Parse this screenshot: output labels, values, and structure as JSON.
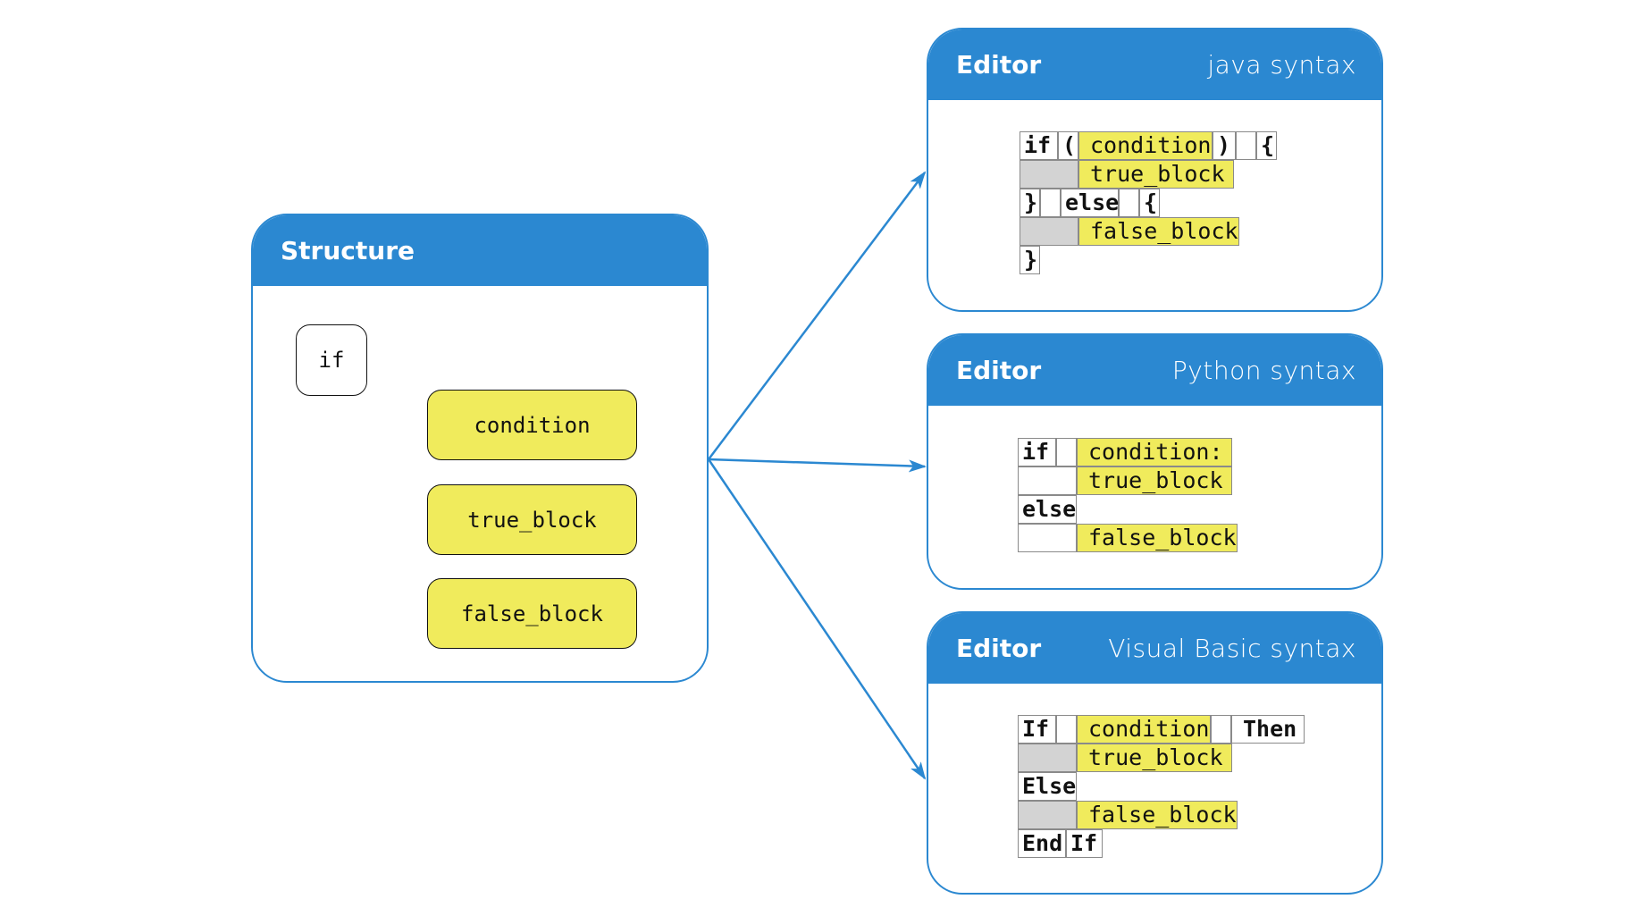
{
  "structure": {
    "title": "Structure",
    "root": "if",
    "children": [
      "condition",
      "true_block",
      "false_block"
    ]
  },
  "editors": [
    {
      "title": "Editor",
      "syntax": "java syntax",
      "tokens": {
        "if": "if",
        "open_paren": "(",
        "condition": "condition",
        "close_paren": ")",
        "open_brace": "{",
        "true_block": "true_block",
        "close_brace": "}",
        "else": "else",
        "open_brace2": "{",
        "false_block": "false_block",
        "close_brace2": "}"
      }
    },
    {
      "title": "Editor",
      "syntax": "Python syntax",
      "tokens": {
        "if": "if",
        "condition": "condition:",
        "true_block": "true_block",
        "else": "else",
        "false_block": "false_block"
      }
    },
    {
      "title": "Editor",
      "syntax": "Visual Basic syntax",
      "tokens": {
        "if": "If",
        "condition": "condition",
        "then": "Then",
        "true_block": "true_block",
        "else": "Else",
        "false_block": "false_block",
        "end": "End",
        "end_if": "If"
      }
    }
  ],
  "colors": {
    "accent": "#2b88d1",
    "highlight": "#f0eb5c",
    "indent": "#d3d3d3"
  }
}
